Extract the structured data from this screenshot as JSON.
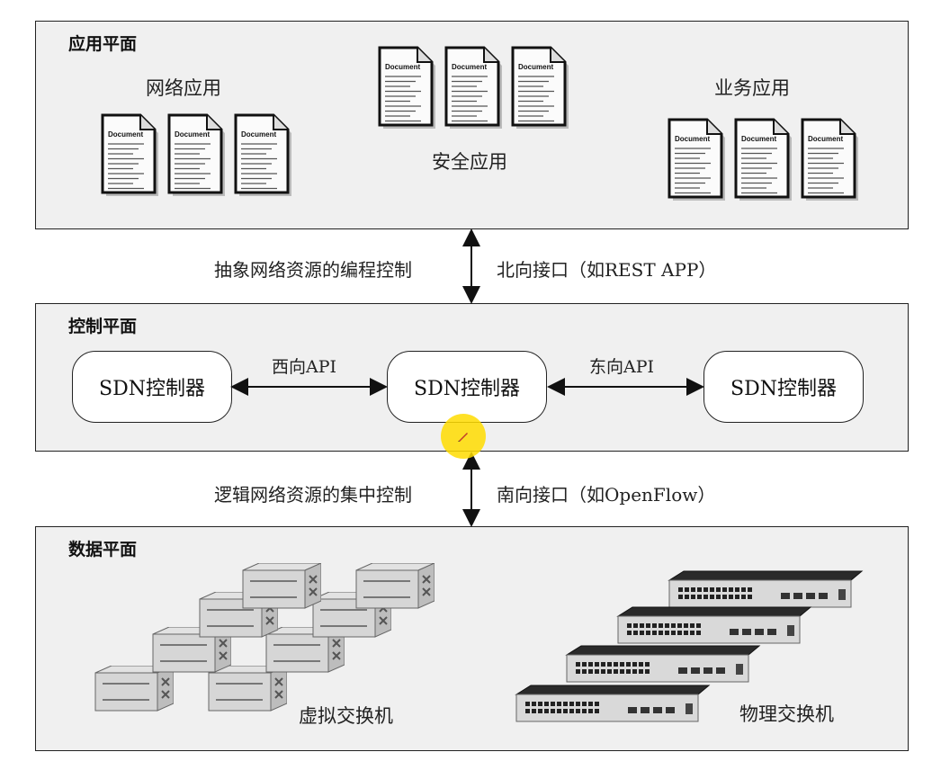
{
  "application_plane": {
    "title": "应用平面",
    "network_apps_label": "网络应用",
    "security_apps_label": "安全应用",
    "business_apps_label": "业务应用",
    "document_icon_text": "Document"
  },
  "north_interface": {
    "left_label": "抽象网络资源的编程控制",
    "right_label": "北向接口（如REST APP）"
  },
  "control_plane": {
    "title": "控制平面",
    "controller_left": "SDN控制器",
    "controller_center": "SDN控制器",
    "controller_right": "SDN控制器",
    "west_api_label": "西向API",
    "east_api_label": "东向API"
  },
  "south_interface": {
    "left_label": "逻辑网络资源的集中控制",
    "right_label": "南向接口（如OpenFlow）"
  },
  "data_plane": {
    "title": "数据平面",
    "virtual_switch_label": "虚拟交换机",
    "physical_switch_label": "物理交换机"
  },
  "colors": {
    "plane_bg": "#f0f0f0",
    "border": "#222222",
    "cursor_highlight": "#ffdc00"
  }
}
